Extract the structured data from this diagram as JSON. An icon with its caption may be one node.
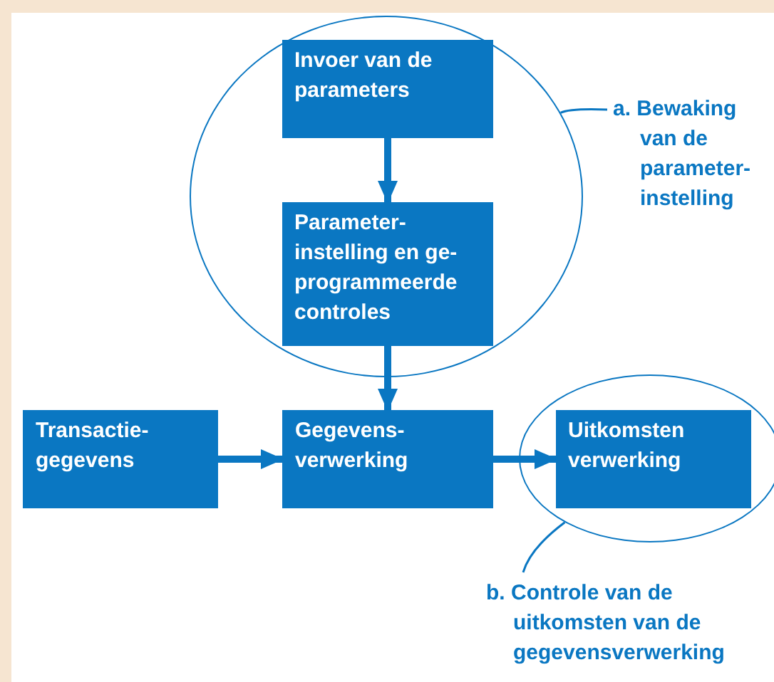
{
  "diagram": {
    "nodes": [
      {
        "text": [],
        "shape": "circle"
      },
      {
        "text": [
          "Invoer van de parameters"
        ],
        "in": 0
      },
      {
        "text": [
          "Parameter- instelling en ge- programmeerde controles"
        ],
        "in": 0
      },
      {
        "text": [
          "Transactie- gegevens"
        ]
      },
      {
        "text": [
          "Gegevens- verwerking"
        ]
      },
      {
        "text": [],
        "shape": "circle"
      },
      {
        "text": [
          "Uitkomsten verwerking"
        ],
        "in": 5
      },
      {
        "text": [
          "a. Bewaking van de parameter- instelling"
        ]
      },
      {
        "text": [
          "b. Controle van de uitkomsten van de gegevensverwerking"
        ]
      }
    ],
    "edges": [
      {
        "from": 1,
        "to": 2,
        "arrow": "to"
      },
      {
        "from": 2,
        "to": 4,
        "arrow": "to"
      },
      {
        "from": 3,
        "to": 4,
        "arrow": "to"
      },
      {
        "from": 4,
        "to": 6,
        "arrow": "to"
      },
      {
        "from": 7,
        "to": 0,
        "arrow": "none"
      },
      {
        "from": 8,
        "to": 5,
        "arrow": "none"
      }
    ]
  }
}
